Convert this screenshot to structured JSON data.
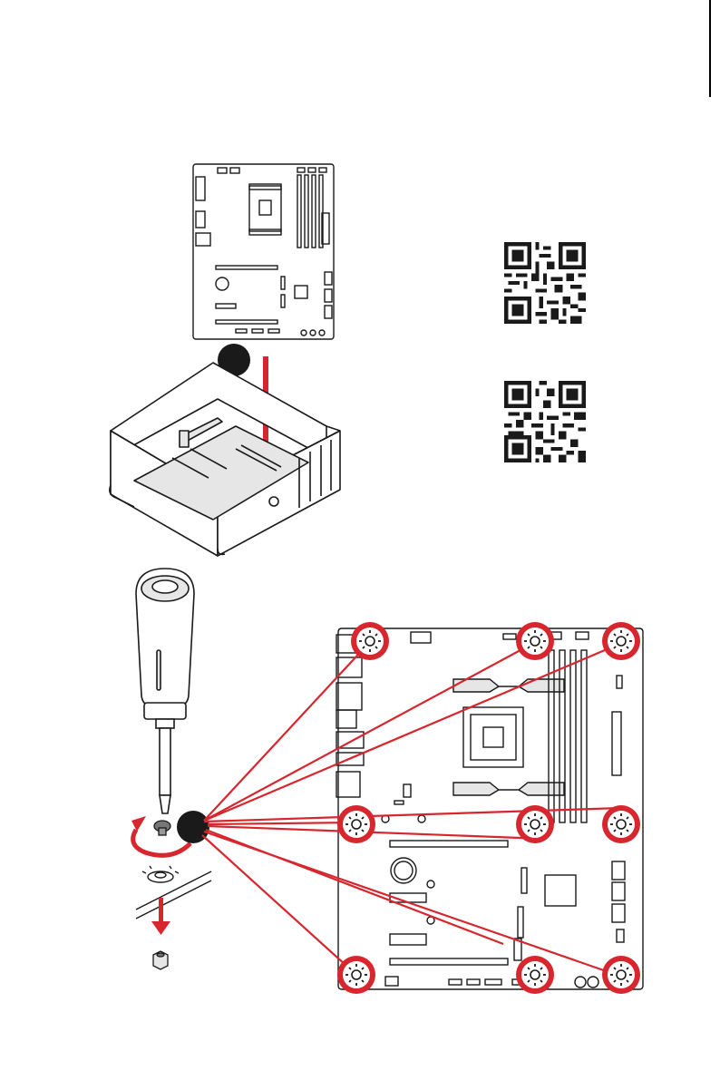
{
  "page": {
    "accent_color": "#d7262d",
    "line_color": "#1a1a1a",
    "shade_color": "#e6e6e6",
    "step_badges": [
      {
        "id": "step-1",
        "label": ""
      },
      {
        "id": "step-2",
        "label": ""
      }
    ],
    "qr_codes": [
      {
        "id": "qr-code-top",
        "content": ""
      },
      {
        "id": "qr-code-bottom",
        "content": ""
      }
    ],
    "screw_hole_count": 9
  }
}
